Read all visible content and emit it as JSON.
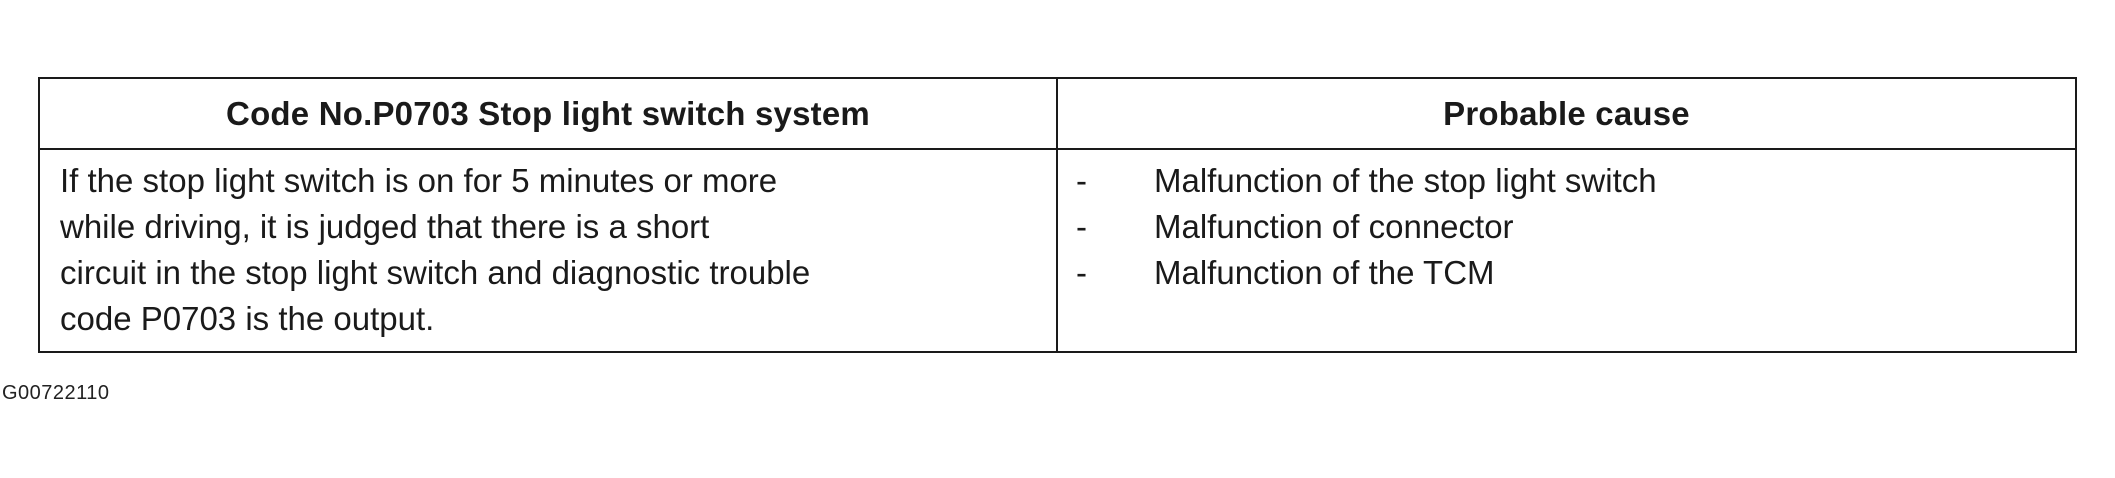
{
  "table": {
    "header_left": "Code No.P0703 Stop light switch system",
    "header_right": "Probable cause",
    "condition_lines": [
      "If the stop light switch is on for 5 minutes or more",
      "while driving, it is judged that there is a short",
      "circuit in the stop light switch and diagnostic trouble",
      "code P0703 is the output."
    ],
    "bullet_marker": "-",
    "causes": [
      "Malfunction of the stop light switch",
      "Malfunction of connector",
      "Malfunction of the TCM"
    ]
  },
  "figure_id": "G00722110"
}
